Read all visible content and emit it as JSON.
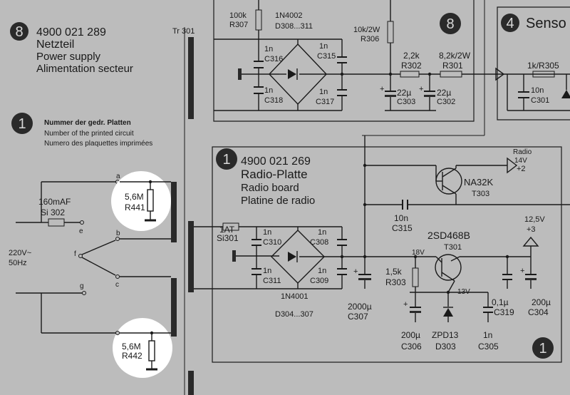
{
  "power_supply": {
    "badge": "8",
    "part_number": "4900 021 289",
    "title_de": "Netzteil",
    "title_en": "Power supply",
    "title_fr": "Alimentation secteur"
  },
  "legend": {
    "badge": "1",
    "line_de": "Nummer der gedr. Platten",
    "line_en": "Number of the printed circuit",
    "line_fr": "Numero des plaquettes imprimées"
  },
  "transformer": {
    "label": "Tr 301"
  },
  "mains": {
    "voltage": "220V~",
    "frequency": "50Hz",
    "fuse_rating": "160mAF",
    "fuse_ref": "Si 302",
    "terminals": {
      "a": "a",
      "b": "b",
      "c": "c",
      "e": "e",
      "f": "f",
      "g": "g"
    }
  },
  "highlight_resistors": [
    {
      "value": "5,6M",
      "ref": "R441"
    },
    {
      "value": "5,6M",
      "ref": "R442"
    }
  ],
  "top_board": {
    "badge": "8",
    "r307": {
      "value": "100k",
      "ref": "R307"
    },
    "diodes": {
      "type": "1N4002",
      "refs": "D308...311"
    },
    "r306": {
      "value": "10k/2W",
      "ref": "R306"
    },
    "c316": {
      "value": "1n",
      "ref": "C316"
    },
    "c315": {
      "value": "1n",
      "ref": "C315"
    },
    "c318": {
      "value": "1n",
      "ref": "C318"
    },
    "c317": {
      "value": "1n",
      "ref": "C317"
    },
    "r302": {
      "value": "2,2k",
      "ref": "R302"
    },
    "r301": {
      "value": "8,2k/2W",
      "ref": "R301"
    },
    "c303": {
      "value": "22µ",
      "ref": "C303"
    },
    "c302": {
      "value": "22µ",
      "ref": "C302"
    }
  },
  "sensor_board": {
    "badge": "4",
    "title": "Senso",
    "r305": {
      "value": "1k",
      "ref": "R305"
    },
    "c301": {
      "value": "10n",
      "ref": "C301"
    }
  },
  "radio_board": {
    "badge": "1",
    "part_number": "4900 021 269",
    "title_de": "Radio-Platte",
    "title_en": "Radio board",
    "title_fr": "Platine de radio",
    "fuse": {
      "value": "1AT",
      "ref": "Si301"
    },
    "c310": {
      "value": "1n",
      "ref": "C310"
    },
    "c308": {
      "value": "1n",
      "ref": "C308"
    },
    "c311": {
      "value": "1n",
      "ref": "C311"
    },
    "c309": {
      "value": "1n",
      "ref": "C309"
    },
    "diodes": {
      "type": "1N4001",
      "refs": "D304...307"
    },
    "c307": {
      "value": "2000µ",
      "ref": "C307"
    },
    "t303": {
      "type": "NA32K",
      "ref": "T303"
    },
    "radio_out": {
      "line1": "Radio",
      "line2": "14V",
      "line3": "+2"
    },
    "c315": {
      "value": "10n",
      "ref": "C315"
    },
    "t301": {
      "type": "2SD468B",
      "ref": "T301"
    },
    "out_12v": {
      "line1": "12,5V",
      "line2": "+3"
    },
    "node_18v": "18V",
    "node_13v": "13V",
    "r303": {
      "value": "1,5k",
      "ref": "R303"
    },
    "c306": {
      "value": "200µ",
      "ref": "C306"
    },
    "d303": {
      "value": "ZPD13",
      "ref": "D303"
    },
    "c305": {
      "value": "1n",
      "ref": "C305"
    },
    "c319": {
      "value": "0,1µ",
      "ref": "C319"
    },
    "c304": {
      "value": "200µ",
      "ref": "C304"
    },
    "footer_badge": "1"
  }
}
